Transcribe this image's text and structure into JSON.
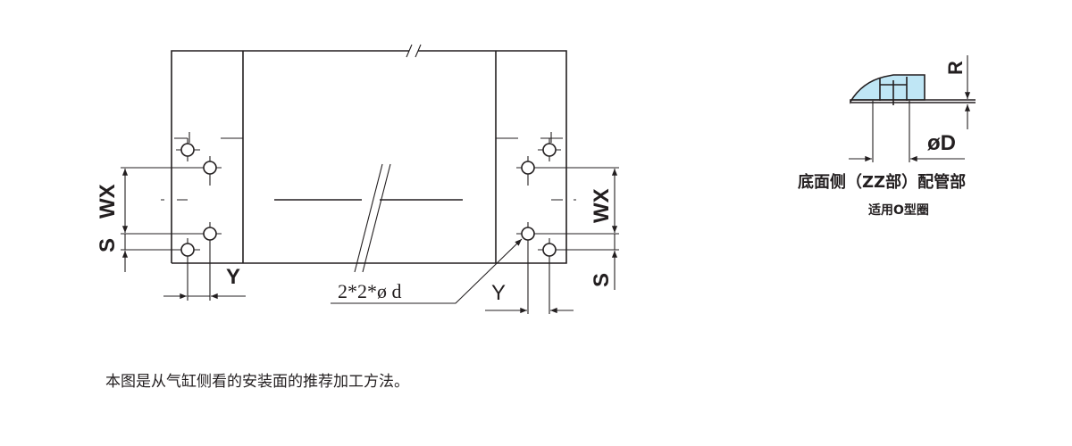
{
  "main_view": {
    "labels": {
      "wx_left": "WX",
      "s_left": "S",
      "y_left": "Y",
      "wx_right": "WX",
      "s_right": "S",
      "y_right": "Y",
      "hole_spec": "2*2*ø d"
    }
  },
  "detail_view": {
    "labels": {
      "r": "R",
      "d": "øD"
    },
    "caption_line1": "底面侧（ZZ部）配管部",
    "caption_line2": "适用O型圈",
    "fill_color": "#bfe6f5"
  },
  "footnote": "本图是从气缸侧看的安装面的推荐加工方法。"
}
